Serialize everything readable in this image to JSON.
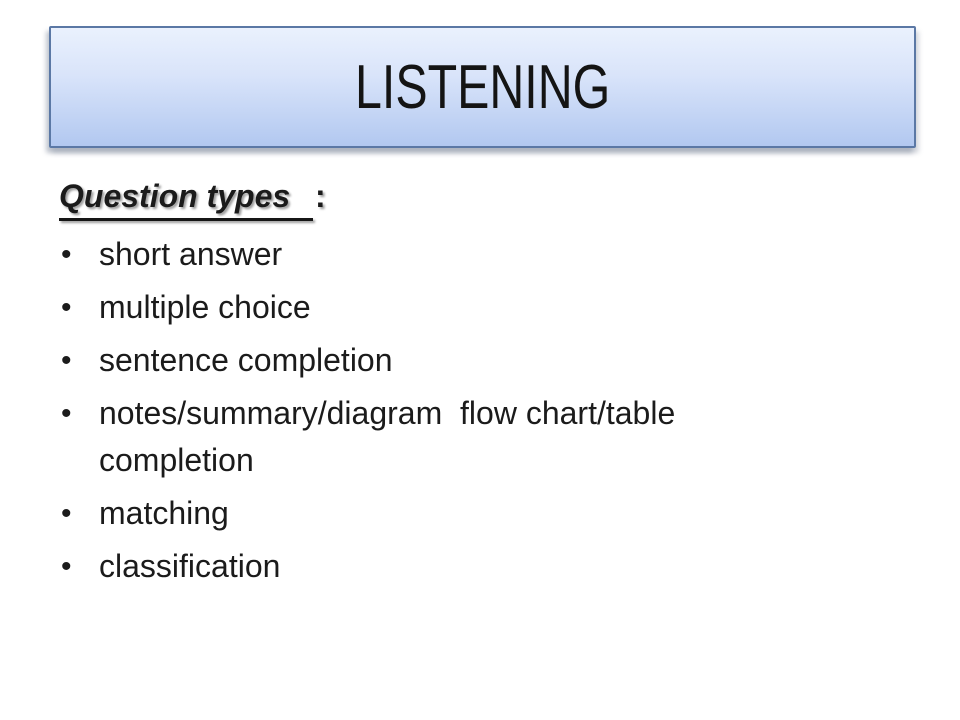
{
  "slide": {
    "title": "LISTENING",
    "heading": {
      "text": "Question types ",
      "separator": ":"
    },
    "bullet_glyph": "•",
    "bullets": [
      {
        "lines": [
          "short answer"
        ]
      },
      {
        "lines": [
          "multiple choice"
        ]
      },
      {
        "lines": [
          "sentence completion"
        ]
      },
      {
        "lines": [
          "notes/summary/diagram  flow chart/table",
          "completion"
        ]
      },
      {
        "lines": [
          "matching"
        ]
      },
      {
        "lines": [
          "classification"
        ]
      }
    ],
    "colors": {
      "background": "#ffffff",
      "text": "#1b1b1b",
      "title_box_border": "#5b78a5",
      "title_box_gradient_top": "#eaf1fd",
      "title_box_gradient_bottom": "#b2c8f0"
    }
  }
}
